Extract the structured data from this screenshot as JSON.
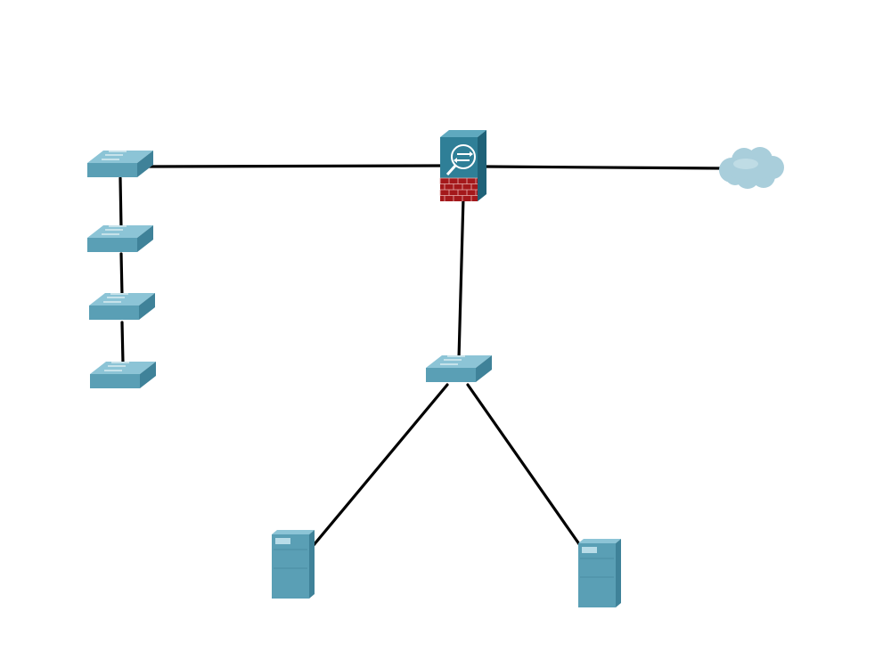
{
  "diagram": {
    "type": "network-topology",
    "colors": {
      "device_front": "#5a9fb5",
      "device_top": "#8cc4d6",
      "device_side": "#3f8299",
      "firewall_body": "#2f7f97",
      "firewall_brick": "#a4181b",
      "cloud": "#a9cedb",
      "link": "#000000"
    },
    "nodes": [
      {
        "id": "switch-a1",
        "kind": "switch",
        "icon": "switch-icon"
      },
      {
        "id": "switch-a2",
        "kind": "switch",
        "icon": "switch-icon"
      },
      {
        "id": "switch-a3",
        "kind": "switch",
        "icon": "switch-icon"
      },
      {
        "id": "switch-a4",
        "kind": "switch",
        "icon": "switch-icon"
      },
      {
        "id": "firewall",
        "kind": "firewall",
        "icon": "firewall-icon"
      },
      {
        "id": "internet",
        "kind": "cloud",
        "icon": "cloud-icon"
      },
      {
        "id": "switch-b",
        "kind": "switch",
        "icon": "switch-icon"
      },
      {
        "id": "server-1",
        "kind": "server",
        "icon": "server-icon"
      },
      {
        "id": "server-2",
        "kind": "server",
        "icon": "server-icon"
      }
    ],
    "links": [
      {
        "from": "switch-a1",
        "to": "firewall"
      },
      {
        "from": "firewall",
        "to": "internet"
      },
      {
        "from": "switch-a1",
        "to": "switch-a2"
      },
      {
        "from": "switch-a2",
        "to": "switch-a3"
      },
      {
        "from": "switch-a3",
        "to": "switch-a4"
      },
      {
        "from": "firewall",
        "to": "switch-b"
      },
      {
        "from": "switch-b",
        "to": "server-1"
      },
      {
        "from": "switch-b",
        "to": "server-2"
      }
    ]
  }
}
